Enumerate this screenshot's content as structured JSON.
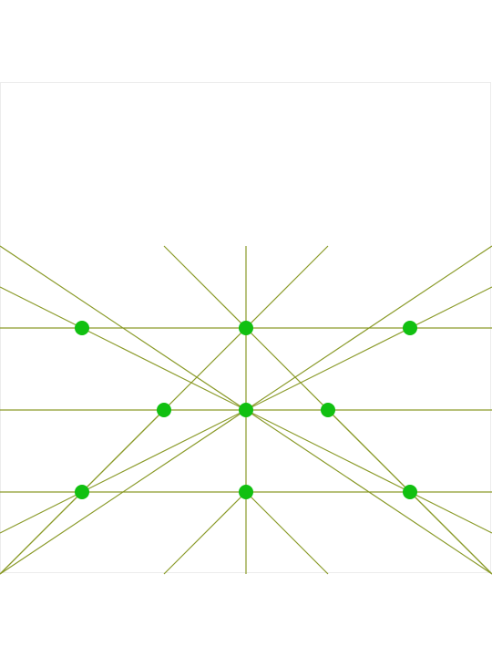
{
  "board": {
    "grid_size": 7,
    "line_color": "#8a9a28",
    "point_color": "#11c011",
    "points": [
      {
        "id": "p-1-1",
        "row": 1,
        "col": 1
      },
      {
        "id": "p-1-3",
        "row": 1,
        "col": 3
      },
      {
        "id": "p-1-5",
        "row": 1,
        "col": 5
      },
      {
        "id": "p-2-2",
        "row": 2,
        "col": 2
      },
      {
        "id": "p-2-3",
        "row": 2,
        "col": 3
      },
      {
        "id": "p-2-4",
        "row": 2,
        "col": 4
      },
      {
        "id": "p-3-1",
        "row": 3,
        "col": 1
      },
      {
        "id": "p-3-3",
        "row": 3,
        "col": 3
      },
      {
        "id": "p-3-5",
        "row": 3,
        "col": 5
      }
    ],
    "lines": [
      {
        "id": "h-row-1",
        "from": [
          0,
          1
        ],
        "to": [
          6,
          1
        ]
      },
      {
        "id": "h-row-2",
        "from": [
          0,
          2
        ],
        "to": [
          6,
          2
        ]
      },
      {
        "id": "h-row-3",
        "from": [
          0,
          3
        ],
        "to": [
          6,
          3
        ]
      },
      {
        "id": "v-col-3",
        "from": [
          3,
          0
        ],
        "to": [
          3,
          4
        ]
      },
      {
        "id": "diag-a",
        "from": [
          0,
          0
        ],
        "to": [
          6,
          4
        ]
      },
      {
        "id": "diag-b",
        "from": [
          6,
          0
        ],
        "to": [
          0,
          4
        ]
      },
      {
        "id": "diag-c",
        "from": [
          2,
          0
        ],
        "to": [
          6,
          4
        ]
      },
      {
        "id": "diag-d",
        "from": [
          4,
          0
        ],
        "to": [
          0,
          4
        ]
      },
      {
        "id": "diag-e",
        "from": [
          0,
          4
        ],
        "to": [
          2,
          2
        ]
      },
      {
        "id": "diag-f",
        "from": [
          6,
          4
        ],
        "to": [
          4,
          2
        ]
      },
      {
        "id": "diag-g",
        "from": [
          2,
          4
        ],
        "to": [
          3,
          3
        ]
      },
      {
        "id": "diag-h",
        "from": [
          4,
          4
        ],
        "to": [
          3,
          3
        ]
      },
      {
        "id": "shallow-1",
        "from": [
          0,
          0.5
        ],
        "to": [
          6,
          3.5
        ]
      },
      {
        "id": "shallow-2",
        "from": [
          6,
          0.5
        ],
        "to": [
          0,
          3.5
        ]
      }
    ]
  }
}
